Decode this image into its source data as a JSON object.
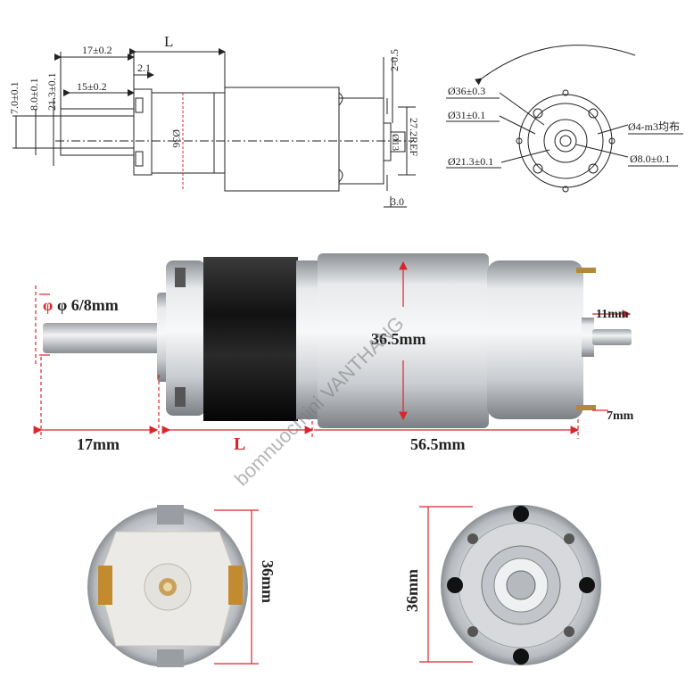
{
  "top_drawing": {
    "dims": {
      "d17": "17±0.2",
      "L": "L",
      "d2_1": "2.1",
      "d15": "15±0.2",
      "d7": "7.0±0.1",
      "d8": "8.0±0.1",
      "d21": "21.3±0.1",
      "d36": "Ø36",
      "d13": "Ø13",
      "d2_05": "2-0.5",
      "ref": "27.2REF",
      "d3": "3.0"
    }
  },
  "front_drawing": {
    "labels": {
      "d36": "Ø36±0.3",
      "d31": "Ø31±0.1",
      "d213": "Ø21.3±0.1",
      "holes": "Ø4-m3均布",
      "d8": "Ø8.0±0.1"
    }
  },
  "photo_side": {
    "labels": {
      "shaft": "φ 6/8mm",
      "body": "36.5mm",
      "rear_shaft": "11mm",
      "terminal": "7mm",
      "gear_len": "17mm",
      "L": "L",
      "motor_len": "56.5mm"
    },
    "watermark": "bomnuocmini VANTHANG"
  },
  "photo_rear": {
    "label": "36mm"
  },
  "photo_front": {
    "label": "36mm"
  },
  "colors": {
    "dim_red": "#d8262a",
    "line": "#222222",
    "metal": "#b9bdc2",
    "gearbox": "#1b1b1b"
  }
}
